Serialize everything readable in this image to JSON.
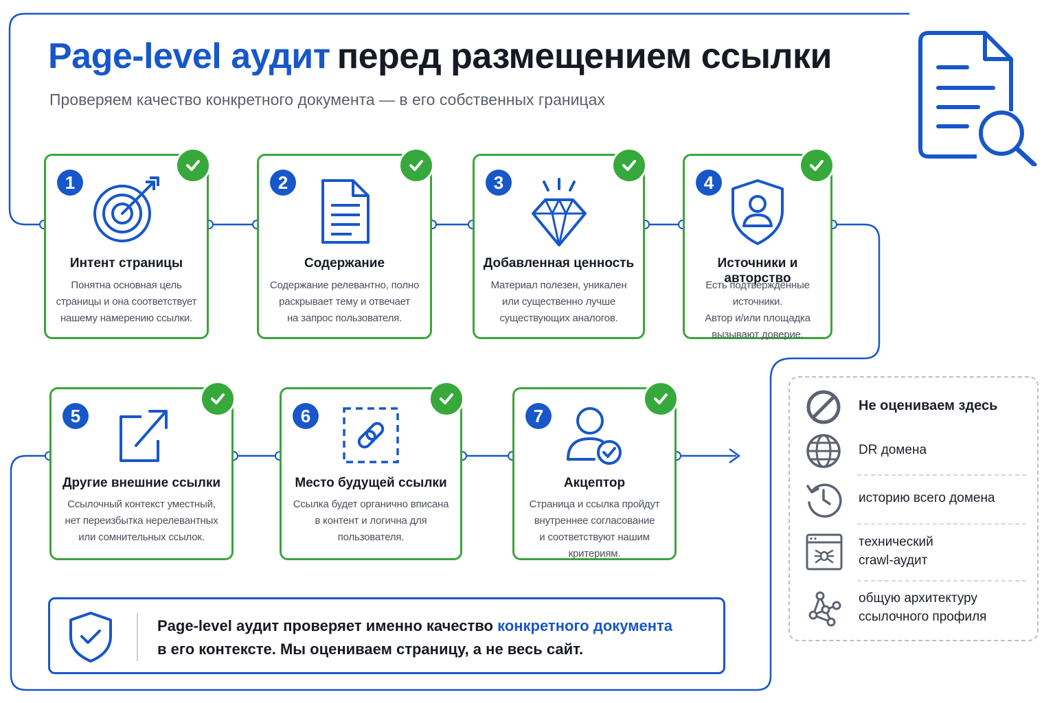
{
  "header": {
    "title_highlight": "Page-level аудит",
    "title_rest": "перед размещением ссылки",
    "subtitle": "Проверяем качество конкретного документа — в его собственных границах"
  },
  "steps": [
    {
      "number": "1",
      "title": "Интент страницы",
      "description": "Понятна основная цель\nстраницы и она соответствует\nнашему намерению ссылки.",
      "icon": "target-icon"
    },
    {
      "number": "2",
      "title": "Содержание",
      "description": "Содержание релевантно, полно\nраскрывает тему и отвечает\nна запрос пользователя.",
      "icon": "document-icon"
    },
    {
      "number": "3",
      "title": "Добавленная ценность",
      "description": "Материал полезен, уникален\nили существенно лучше\nсуществующих аналогов.",
      "icon": "diamond-icon"
    },
    {
      "number": "4",
      "title": "Источники и авторство",
      "description": "Есть подтверждённые источники.\nАвтор и/или площадка\nвызывают доверие.",
      "icon": "shield-user-icon"
    },
    {
      "number": "5",
      "title": "Другие внешние ссылки",
      "description": "Ссылочный контекст уместный,\nнет переизбытка нерелевантных\nили сомнительных ссылок.",
      "icon": "external-link-icon"
    },
    {
      "number": "6",
      "title": "Место будущей ссылки",
      "description": "Ссылка будет органично вписана\nв контент и логична для\nпользователя.",
      "icon": "link-icon"
    },
    {
      "number": "7",
      "title": "Акцептор",
      "description": "Страница и ссылка пройдут\nвнутреннее согласование\nи соответствуют нашим критериям.",
      "icon": "user-check-icon"
    }
  ],
  "note": {
    "text_start": "Page-level аудит проверяет именно качество",
    "text_highlight": "конкретного документа",
    "text_line2": "в его контексте. Мы оцениваем страницу, а не весь сайт."
  },
  "not_evaluated": {
    "heading": "Не оцениваем здесь",
    "items": [
      {
        "label": "DR домена",
        "icon": "globe-icon"
      },
      {
        "label": "историю всего домена",
        "icon": "history-icon"
      },
      {
        "label": "технический\ncrawl-аудит",
        "icon": "crawler-icon"
      },
      {
        "label": "общую архитектуру\nссылочного профиля",
        "icon": "network-icon"
      }
    ]
  },
  "colors": {
    "accent": "#1857c9",
    "success": "#37a93c",
    "card_border": "#3aa53b",
    "text": "#161a24",
    "muted": "#5a5f6b"
  }
}
